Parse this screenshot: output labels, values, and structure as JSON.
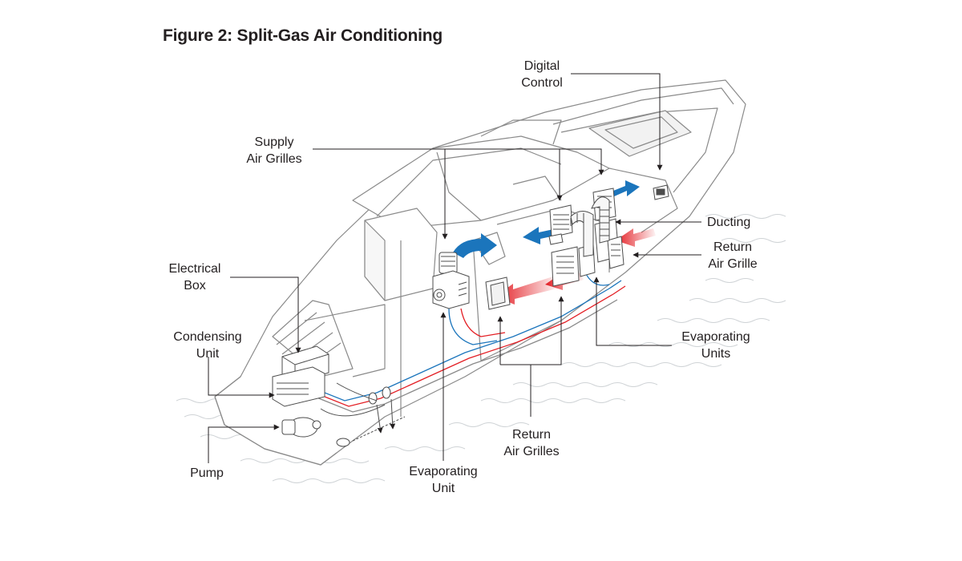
{
  "title": "Figure 2: Split-Gas Air Conditioning",
  "labels": {
    "digital_control": [
      "Digital",
      "Control"
    ],
    "supply_air_grilles": [
      "Supply",
      "Air Grilles"
    ],
    "ducting": [
      "Ducting"
    ],
    "return_air_grille": [
      "Return",
      "Air Grille"
    ],
    "electrical_box": [
      "Electrical",
      "Box"
    ],
    "condensing_unit": [
      "Condensing",
      "Unit"
    ],
    "evaporating_units": [
      "Evaporating",
      "Units"
    ],
    "return_air_grilles": [
      "Return",
      "Air Grilles"
    ],
    "pump": [
      "Pump"
    ],
    "evaporating_unit": [
      "Evaporating",
      "Unit"
    ]
  },
  "colors": {
    "outline": "#8a8a8a",
    "leader": "#231f20",
    "hot_air": "#e31e24",
    "cool_air": "#1b75bc",
    "water": "#cfd3d6"
  }
}
